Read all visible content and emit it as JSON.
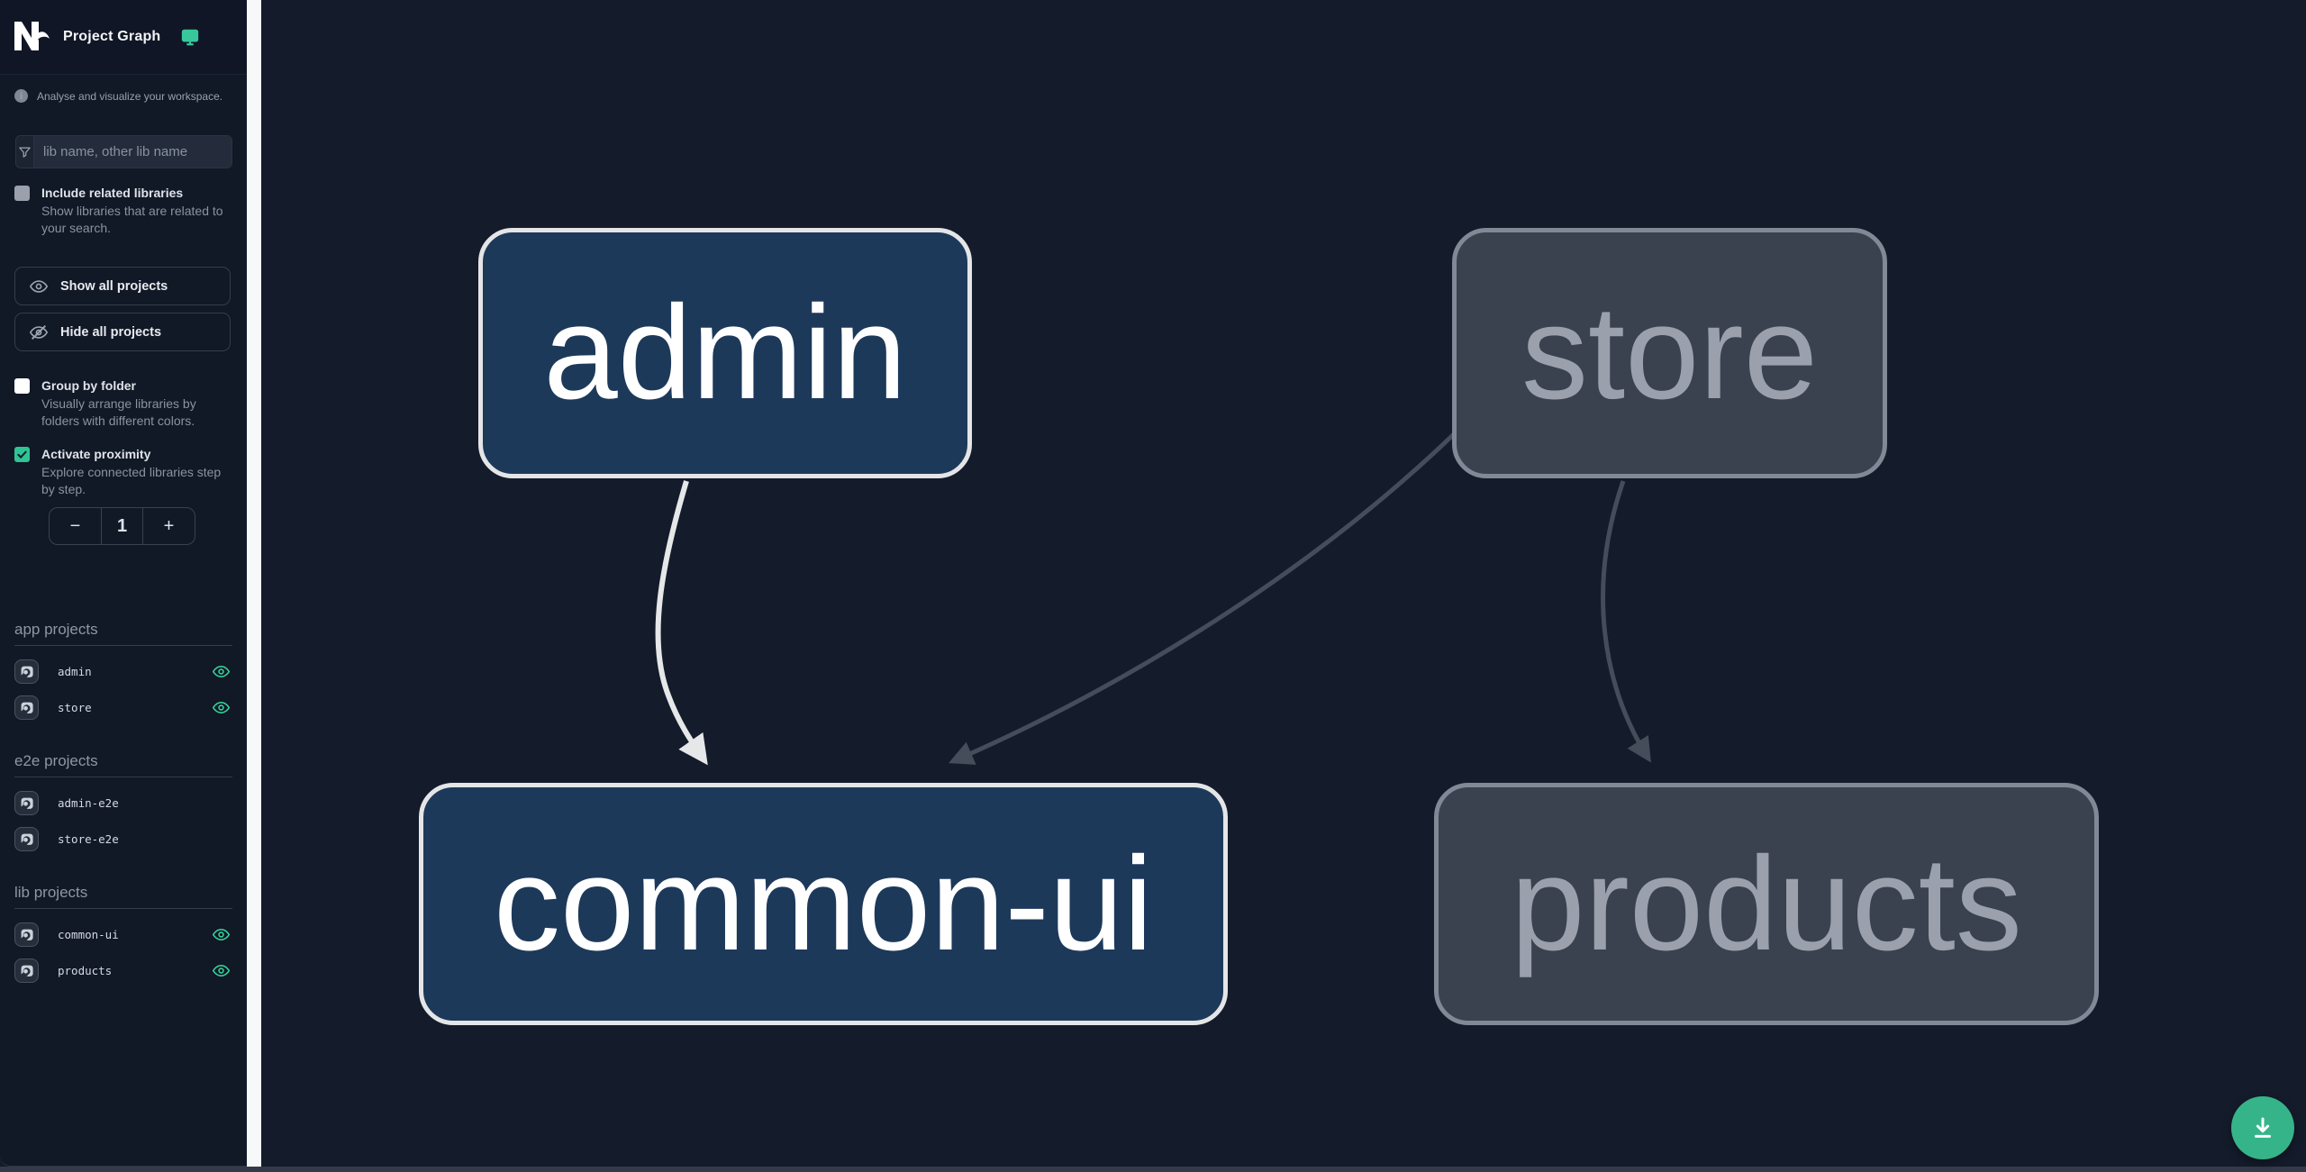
{
  "colors": {
    "canvas_bg": "#141b2b",
    "sidebar_bg": "#111826",
    "accent_green": "#36b489",
    "checkbox_checked": "#2fc494",
    "node_focused_fill": "#1d395a",
    "node_focused_border": "#e4e5e7",
    "node_faded_fill": "#3a414f",
    "node_faded_border": "#818896",
    "edge_highlight": "#e6e7e9",
    "edge_faded": "#454c5a",
    "scrollbar": "#f7f8f9"
  },
  "header": {
    "logo": "Nx",
    "title": "Project Graph"
  },
  "info": {
    "text": "Analyse and visualize your workspace."
  },
  "search": {
    "placeholder": "lib name, other lib name",
    "value": ""
  },
  "options": {
    "include_related": {
      "label": "Include related libraries",
      "description": "Show libraries that are related to your search.",
      "checked": false
    },
    "group_by_folder": {
      "label": "Group by folder",
      "description": "Visually arrange libraries by folders with different colors.",
      "checked": false
    },
    "activate_proximity": {
      "label": "Activate proximity",
      "description": "Explore connected libraries step by step.",
      "checked": true
    }
  },
  "toolbar": {
    "show_all_label": "Show all projects",
    "hide_all_label": "Hide all projects"
  },
  "proximity_stepper": {
    "decrement": "−",
    "value": "1",
    "increment": "+"
  },
  "sections": [
    {
      "title": "app projects",
      "items": [
        {
          "name": "admin",
          "visible": true
        },
        {
          "name": "store",
          "visible": true
        }
      ]
    },
    {
      "title": "e2e projects",
      "items": [
        {
          "name": "admin-e2e",
          "visible": false
        },
        {
          "name": "store-e2e",
          "visible": false
        }
      ]
    },
    {
      "title": "lib projects",
      "items": [
        {
          "name": "common-ui",
          "visible": true
        },
        {
          "name": "products",
          "visible": true
        }
      ]
    }
  ],
  "graph": {
    "nodes": [
      {
        "id": "admin",
        "label": "admin",
        "state": "focused"
      },
      {
        "id": "store",
        "label": "store",
        "state": "faded"
      },
      {
        "id": "common-ui",
        "label": "common-ui",
        "state": "focused"
      },
      {
        "id": "products",
        "label": "products",
        "state": "faded"
      }
    ],
    "edges": [
      {
        "source": "admin",
        "target": "common-ui",
        "state": "highlighted"
      },
      {
        "source": "store",
        "target": "common-ui",
        "state": "faded"
      },
      {
        "source": "store",
        "target": "products",
        "state": "faded"
      }
    ]
  }
}
